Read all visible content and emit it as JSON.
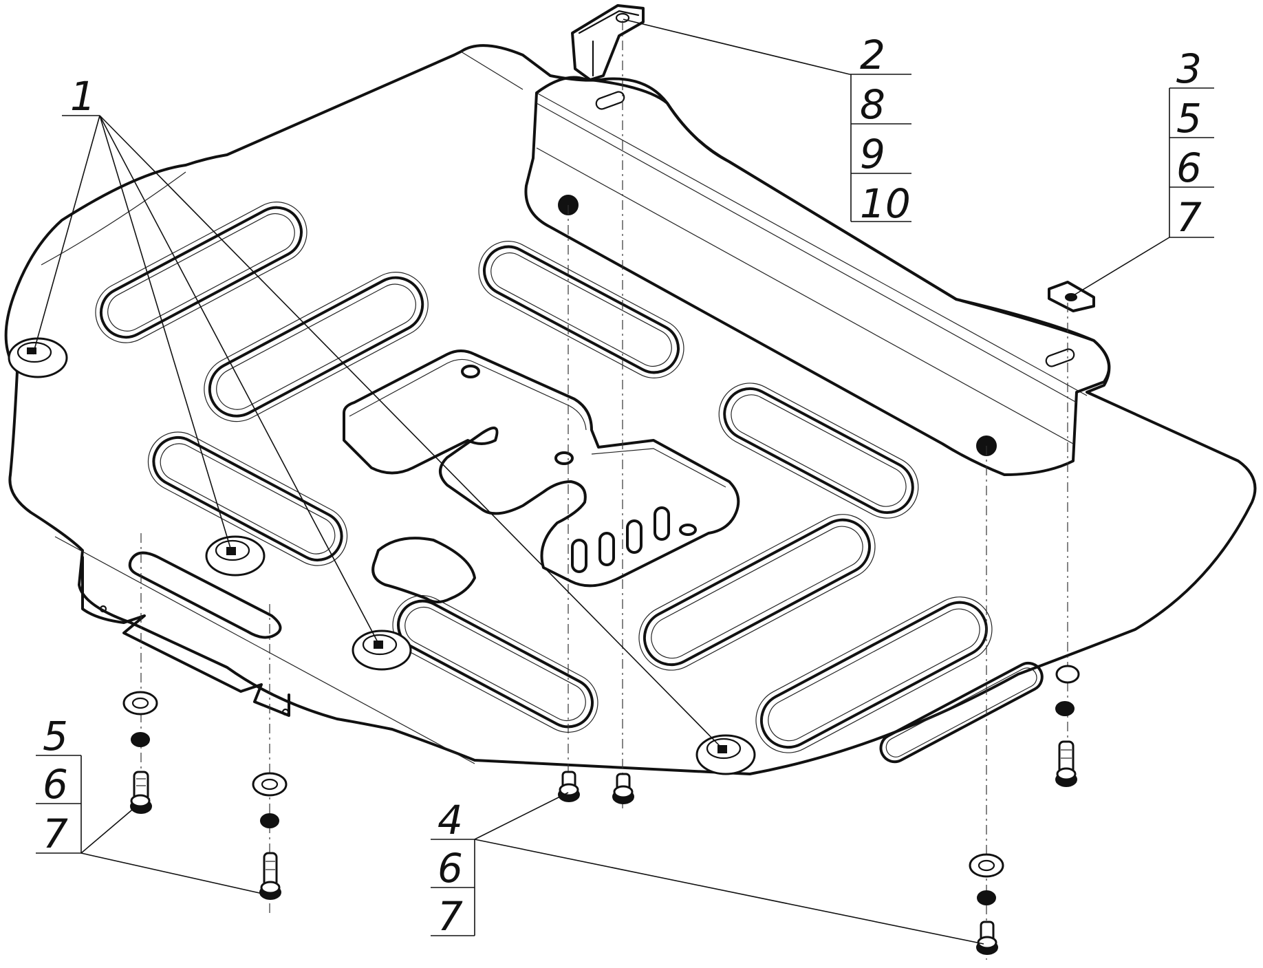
{
  "callouts": [
    {
      "id": "callout-1",
      "numbers": [
        "1"
      ]
    },
    {
      "id": "callout-2",
      "numbers": [
        "2",
        "8",
        "9",
        "10"
      ]
    },
    {
      "id": "callout-3",
      "numbers": [
        "3",
        "5",
        "6",
        "7"
      ]
    },
    {
      "id": "callout-4",
      "numbers": [
        "4",
        "6",
        "7"
      ]
    },
    {
      "id": "callout-5",
      "numbers": [
        "5",
        "6",
        "7"
      ]
    }
  ]
}
